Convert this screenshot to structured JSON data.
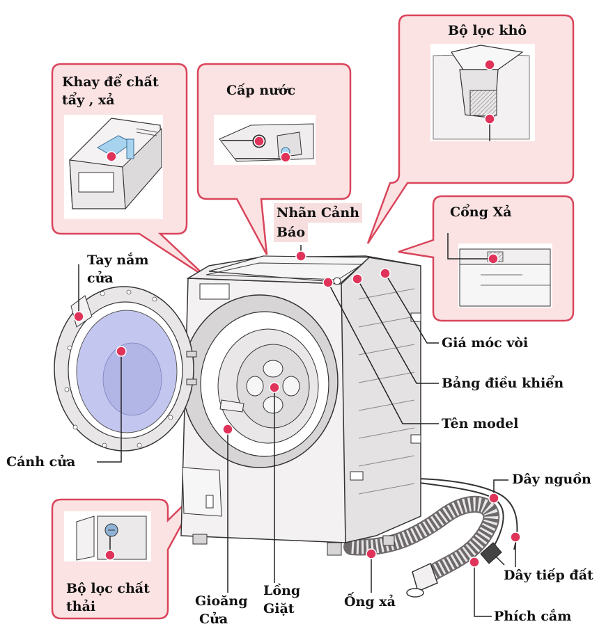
{
  "diagram": {
    "colors": {
      "callout_border": "#d9455b",
      "callout_fill": "#fbe3e3",
      "marker": "#e0335a",
      "line": "#222222",
      "machine_fill": "#f3f1f2",
      "machine_shade": "#d7d5d6",
      "drum_blue": "#b9bde8"
    },
    "callouts": {
      "detergent_tray": {
        "line1": "Khay để chất",
        "line2": "tẩy , xả"
      },
      "water_supply": {
        "label": "Cấp nước"
      },
      "dry_filter": {
        "label": "Bộ lọc khô"
      },
      "exhaust": {
        "label": "Cổng Xả"
      },
      "waste_filter": {
        "line1": "Bộ lọc chất",
        "line2": "thải"
      }
    },
    "labels": {
      "warning_label": {
        "line1": "Nhãn Cảnh",
        "line2": "Báo"
      },
      "door_handle": {
        "line1": "Tay nắm",
        "line2": "cửa"
      },
      "door": "Cánh cửa",
      "hose_hook": "Giá móc vòi",
      "control_panel": "Bảng điều khiển",
      "model_name": "Tên model",
      "power_cord": "Dây nguồn",
      "ground_wire": "Dây tiếp đất",
      "plug": "Phích cắm",
      "drain_hose": "Ống xả",
      "drum": {
        "line1": "Lồng",
        "line2": "Giặt"
      },
      "door_seal": {
        "line1": "Gioăng",
        "line2": "Cửa"
      }
    }
  }
}
